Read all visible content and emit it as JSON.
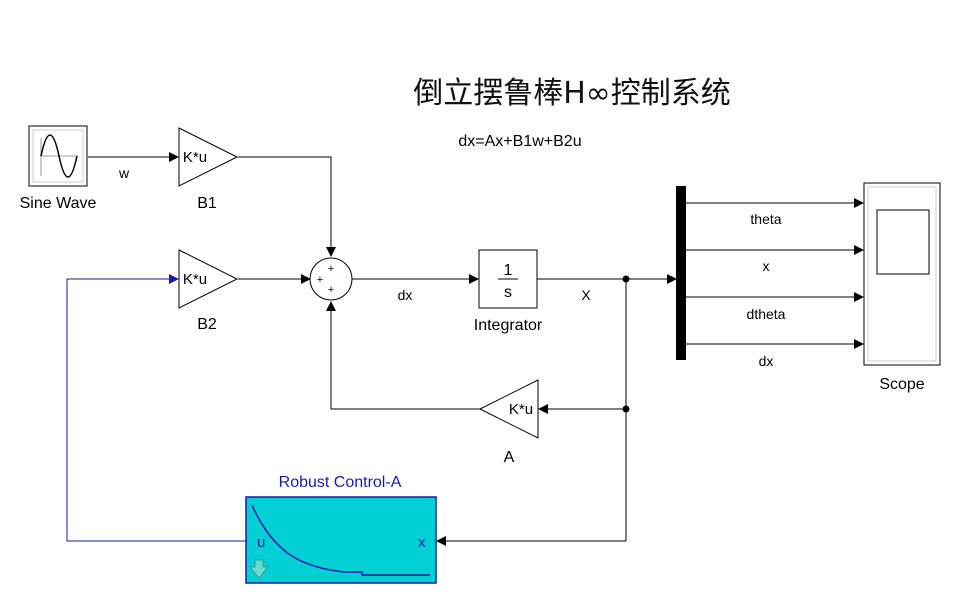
{
  "title": "倒立摆鲁棒H∞控制系统",
  "equation": "dx=Ax+B1w+B2u",
  "colors": {
    "line": "#000000",
    "feedback_line": "#1a1aa6",
    "subsystem_fill": "#00cfd4",
    "subsystem_border": "#1a1aa6",
    "subsystem_title": "#1a1aa6"
  },
  "blocks": {
    "sine_wave": {
      "label": "Sine Wave",
      "icon": "sine-wave-icon"
    },
    "gain_b1": {
      "text": "K*u",
      "label": "B1"
    },
    "gain_b2": {
      "text": "K*u",
      "label": "B2"
    },
    "gain_a": {
      "text": "K*u",
      "label": "A"
    },
    "sum": {
      "signs": [
        "+",
        "+",
        "+"
      ]
    },
    "integrator": {
      "numerator": "1",
      "denominator": "s",
      "label": "Integrator"
    },
    "mux": {
      "icon": "mux-bar"
    },
    "scope": {
      "label": "Scope",
      "icon": "scope-screen-icon"
    },
    "robust_control": {
      "title": "Robust Control-A",
      "input_port": "x",
      "output_port": "u",
      "icon": "decay-curve-icon",
      "badge_icon": "down-arrow-icon"
    }
  },
  "signals": {
    "w": "w",
    "dx": "dx",
    "x_state": "X",
    "mux_outputs": [
      "theta",
      "x",
      "dtheta",
      "dx"
    ]
  }
}
